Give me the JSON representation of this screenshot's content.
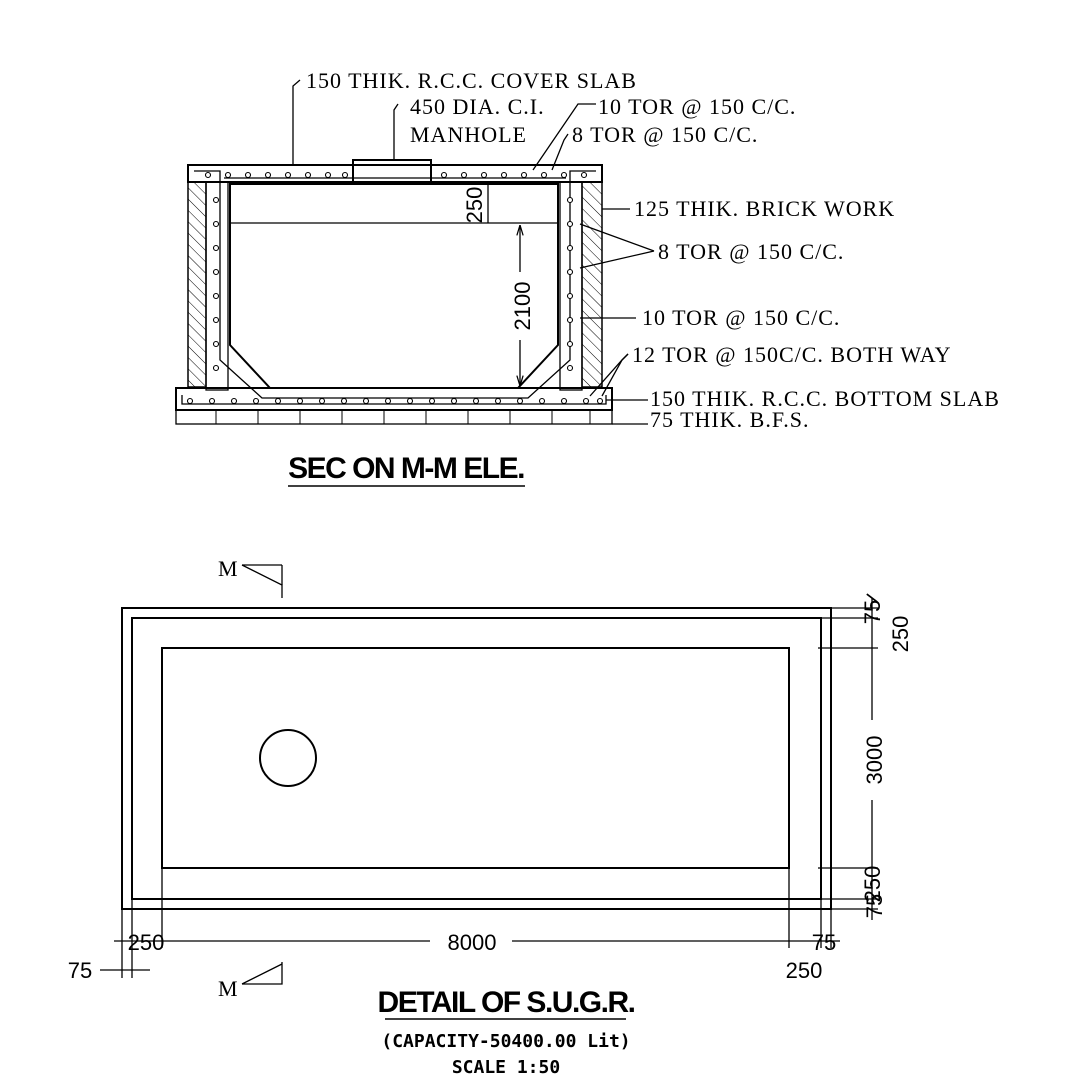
{
  "section": {
    "labels": {
      "cover_slab": "150 THIK. R.C.C. COVER SLAB",
      "manhole_1": "450 DIA. C.I.",
      "manhole_2": "MANHOLE",
      "tor10_top": "10 TOR @ 150 C/C.",
      "tor8_top": "8 TOR @ 150 C/C.",
      "brick": "125 THIK. BRICK WORK",
      "tor8_wall": "8 TOR @ 150 C/C.",
      "tor10_wall": "10 TOR @ 150 C/C.",
      "tor12": "12 TOR @ 150C/C. BOTH WAY",
      "bottom_slab": "150 THIK. R.C.C. BOTTOM SLAB",
      "bfs": "75 THIK. B.F.S."
    },
    "dims": {
      "top_gap": "250",
      "water_depth": "2100"
    },
    "title": "SEC ON M-M ELE."
  },
  "plan": {
    "section_mark": "M",
    "dims": {
      "outer_right_top": "75",
      "wall_right_top": "250",
      "inner_width": "3000",
      "wall_right_bottom": "250",
      "outer_right_bottom": "75",
      "wall_left": "250",
      "length": "8000",
      "outer_right": "75",
      "outer_left": "75",
      "wall_right": "250"
    },
    "title": "DETAIL OF S.U.G.R.",
    "capacity": "(CAPACITY-50400.00 Lit)",
    "scale": "SCALE 1:50"
  },
  "icons": [
    "section-marker-icon",
    "manhole-circle-icon",
    "rebar-dot-icon"
  ]
}
